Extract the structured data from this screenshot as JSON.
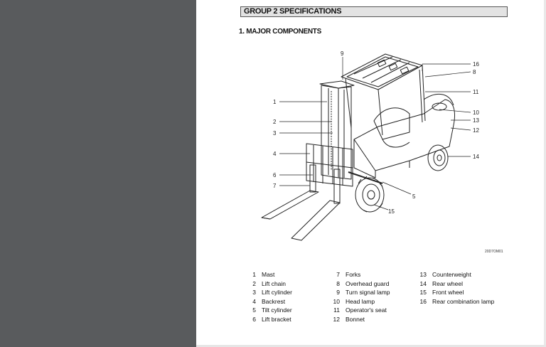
{
  "document": {
    "group_title": "GROUP 2  SPECIFICATIONS",
    "section_title": "1. MAJOR COMPONENTS",
    "figure_code": "20D7OM01"
  },
  "callouts": [
    "1",
    "2",
    "3",
    "4",
    "5",
    "6",
    "7",
    "8",
    "9",
    "10",
    "11",
    "12",
    "13",
    "14",
    "15",
    "16"
  ],
  "legend": {
    "col1": [
      {
        "num": "1",
        "label": "Mast"
      },
      {
        "num": "2",
        "label": "Lift chain"
      },
      {
        "num": "3",
        "label": "Lift cylinder"
      },
      {
        "num": "4",
        "label": "Backrest"
      },
      {
        "num": "5",
        "label": "Tilt cylinder"
      },
      {
        "num": "6",
        "label": "Lift bracket"
      }
    ],
    "col2": [
      {
        "num": "7",
        "label": "Forks"
      },
      {
        "num": "8",
        "label": "Overhead guard"
      },
      {
        "num": "9",
        "label": "Turn signal lamp"
      },
      {
        "num": "10",
        "label": "Head lamp"
      },
      {
        "num": "11",
        "label": "Operator's seat"
      },
      {
        "num": "12",
        "label": "Bonnet"
      }
    ],
    "col3": [
      {
        "num": "13",
        "label": "Counterweight"
      },
      {
        "num": "14",
        "label": "Rear wheel"
      },
      {
        "num": "15",
        "label": "Front wheel"
      },
      {
        "num": "16",
        "label": "Rear combination lamp"
      }
    ]
  }
}
